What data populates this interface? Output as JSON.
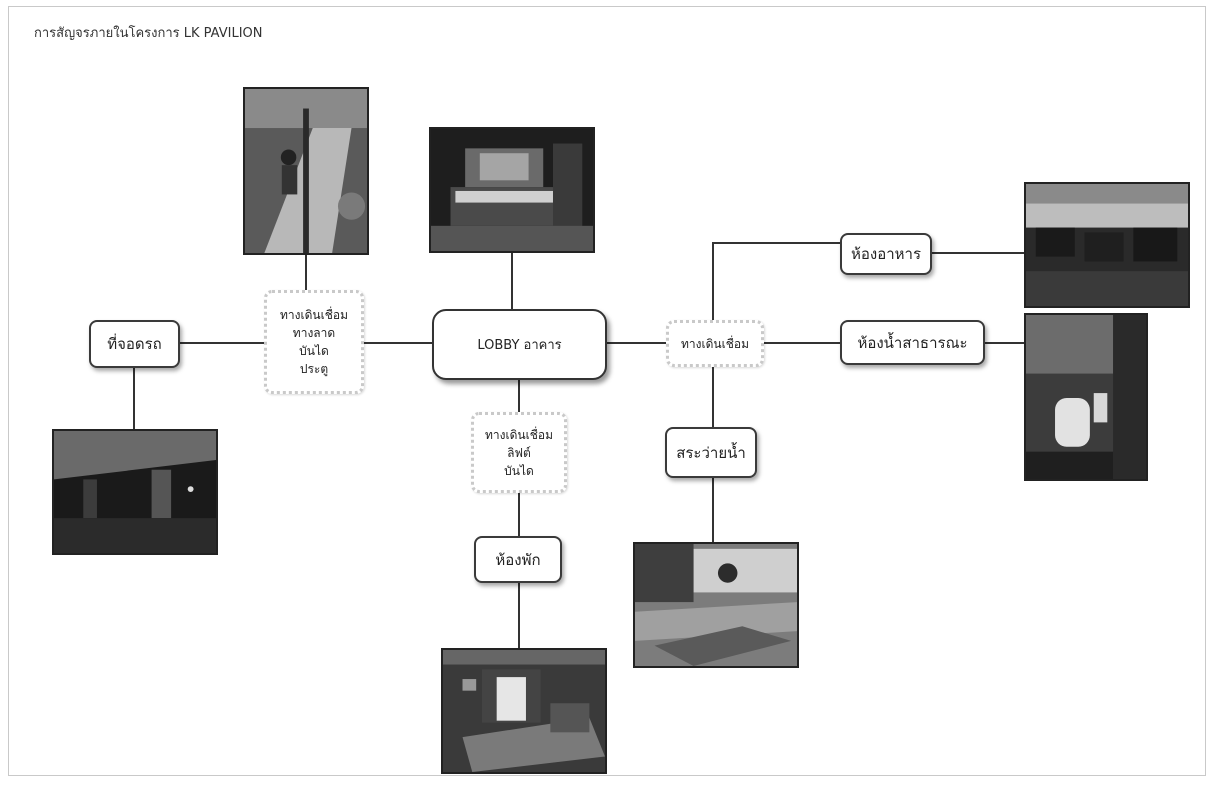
{
  "title": "การสัญจรภายในโครงการ LK PAVILION",
  "nodes": {
    "lobby": "LOBBY อาคาร",
    "left_connector": "ทางเดินเชื่อม\nทางลาด\nบันได\nประตู",
    "parking": "ที่จอดรถ",
    "bottom_connector": "ทางเดินเชื่อม\nลิฟต์\nบันได",
    "room": "ห้องพัก",
    "right_connector": "ทางเดินเชื่อม",
    "restaurant": "ห้องอาหาร",
    "restroom": "ห้องน้ำสาธารณะ",
    "pool": "สระว่ายน้ำ"
  },
  "photos": {
    "ramp": "wheelchair ramp photo",
    "lobby": "lobby reception photo",
    "parking": "parking garage photo",
    "room": "hotel room photo",
    "pool": "swimming pool photo",
    "restaurant": "restaurant photo",
    "restroom": "restroom photo"
  }
}
